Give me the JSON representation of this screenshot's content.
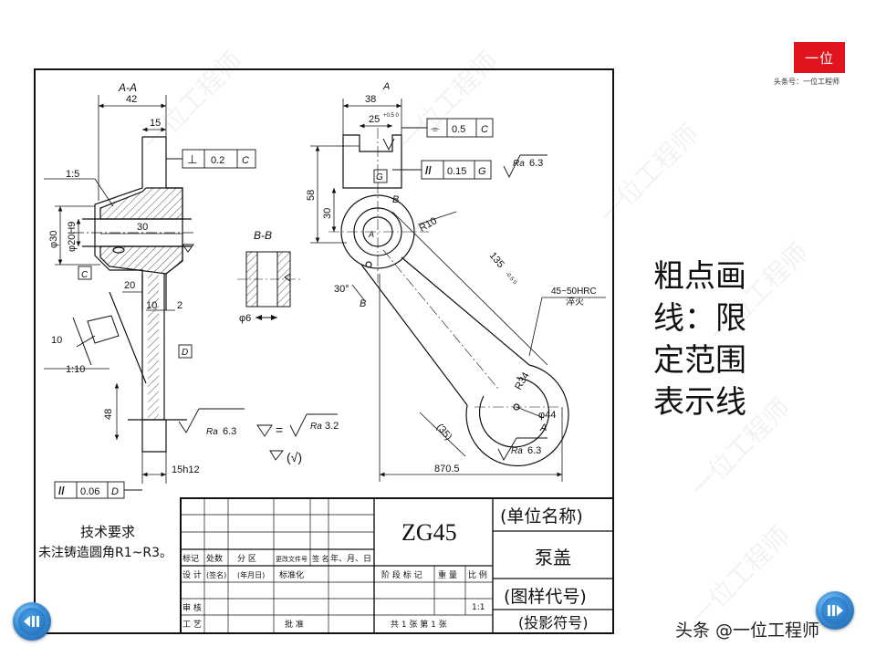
{
  "logo": {
    "text": "一位",
    "subtitle": "头条号：一位工程师"
  },
  "caption": {
    "lines": [
      "粗点画",
      "线：限",
      "定范围",
      "表示线"
    ]
  },
  "footer_credit": "头条 @一位工程师",
  "watermark": "一位工程师",
  "drawing": {
    "section_aa": "A-A",
    "section_bb": "B-B",
    "dim_42": "42",
    "dim_15": "15",
    "dim_30": "30",
    "dim_20": "20",
    "dim_10": "10",
    "dim_2": "2",
    "dim_48": "48",
    "dim_10b": "10",
    "dim_15h12": "15h12",
    "dim_phi30": "φ30",
    "dim_phi20h9": "φ20H9",
    "dim_phi6": "φ6",
    "taper_1_5": "1:5",
    "taper_1_10": "1:10",
    "tol_perp": "⊥",
    "tol_perp_val": "0.2",
    "tol_perp_ref": "C",
    "tol_par_bottom": "//",
    "tol_par_bottom_val": "0.06",
    "tol_par_bottom_ref": "D",
    "datum_c": "C",
    "datum_d": "D",
    "datum_g": "G",
    "ra_label": "Ra",
    "ra_63": "6.3",
    "ra_32": "3.2",
    "dim_38": "38",
    "dim_25": "25",
    "dim_25_tol": "+0.5 0",
    "dim_58": "58",
    "dim_30b": "30",
    "dim_r10": "R10",
    "dim_135": "135",
    "dim_135_tol": "-0.5 0",
    "dim_30deg": "30°",
    "dim_r34": "R34",
    "dim_phi44": "φ44",
    "dim_35": "(35)",
    "dim_870": "870.5",
    "tol_sym": "⌯",
    "tol_sym_val": "0.5",
    "tol_sym_ref": "C",
    "tol_par": "//",
    "tol_par_val": "0.15",
    "tol_par_ref": "G",
    "hardness": "45~50HRC",
    "quench": "淬火",
    "label_a": "A",
    "label_b": "B",
    "roughness_eq": "=",
    "roughness_other": "(√)",
    "tech_title": "技术要求",
    "tech_note": "未注铸造圆角R1~R3。"
  },
  "title_block": {
    "material": "ZG45",
    "unit_name": "(单位名称)",
    "part_name": "泵盖",
    "drawing_no": "(图样代号)",
    "projection": "(投影符号)",
    "header_cells": [
      "标记",
      "处数",
      "分 区",
      "更改文件号",
      "签 名",
      "年、月、日"
    ],
    "row_design": [
      "设 计",
      "(签名)",
      "(年月日)",
      "标准化"
    ],
    "row_check": "审 核",
    "row_process": "工 艺",
    "row_approve": "批 准",
    "stage_mark": "阶 段 标 记",
    "weight": "重 量",
    "scale": "比 例",
    "scale_val": "1:1",
    "sheets": "共 1 张  第 1 张"
  }
}
